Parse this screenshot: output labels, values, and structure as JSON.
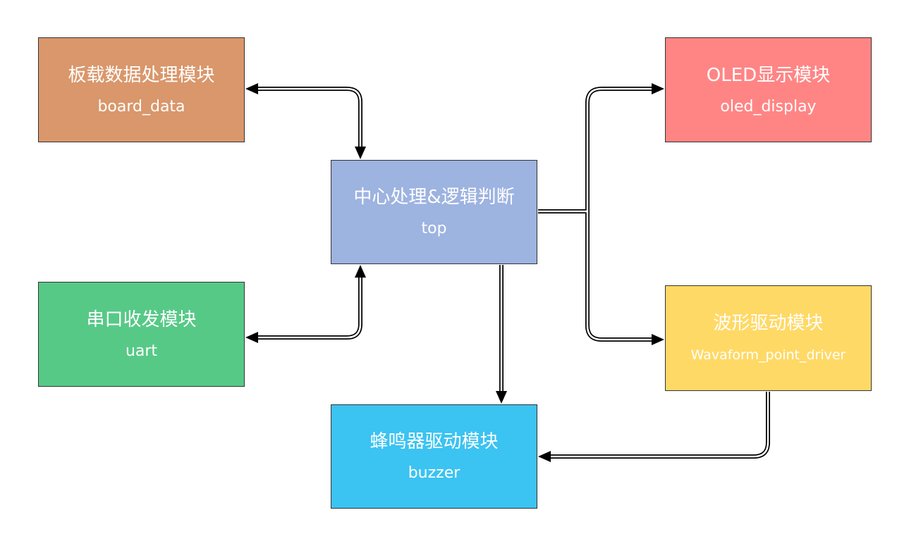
{
  "colors": {
    "board_data": "#D9976B",
    "uart": "#57C987",
    "top": "#9DB3E0",
    "buzzer": "#3BC3F1",
    "oled_display": "#FF8585",
    "waveform": "#FFD966",
    "connector": "#000000"
  },
  "modules": {
    "board_data": {
      "name_cn": "板载数据处理模块",
      "name_en": "board_data"
    },
    "uart": {
      "name_cn": "串口收发模块",
      "name_en": "uart"
    },
    "top": {
      "name_cn": "中心处理&逻辑判断",
      "name_en": "top"
    },
    "buzzer": {
      "name_cn": "蜂鸣器驱动模块",
      "name_en": "buzzer"
    },
    "oled_display": {
      "name_cn": "OLED显示模块",
      "name_en": "oled_display"
    },
    "waveform": {
      "name_cn": "波形驱动模块",
      "name_en": "Wavaform_point_driver"
    }
  },
  "connections": [
    {
      "from": "board_data",
      "to": "top",
      "bidirectional": true
    },
    {
      "from": "uart",
      "to": "top",
      "bidirectional": true
    },
    {
      "from": "top",
      "to": "buzzer",
      "bidirectional": false
    },
    {
      "from": "top",
      "to": "oled_display",
      "bidirectional": false
    },
    {
      "from": "top",
      "to": "waveform",
      "bidirectional": false
    },
    {
      "from": "waveform",
      "to": "buzzer",
      "bidirectional": false
    }
  ]
}
